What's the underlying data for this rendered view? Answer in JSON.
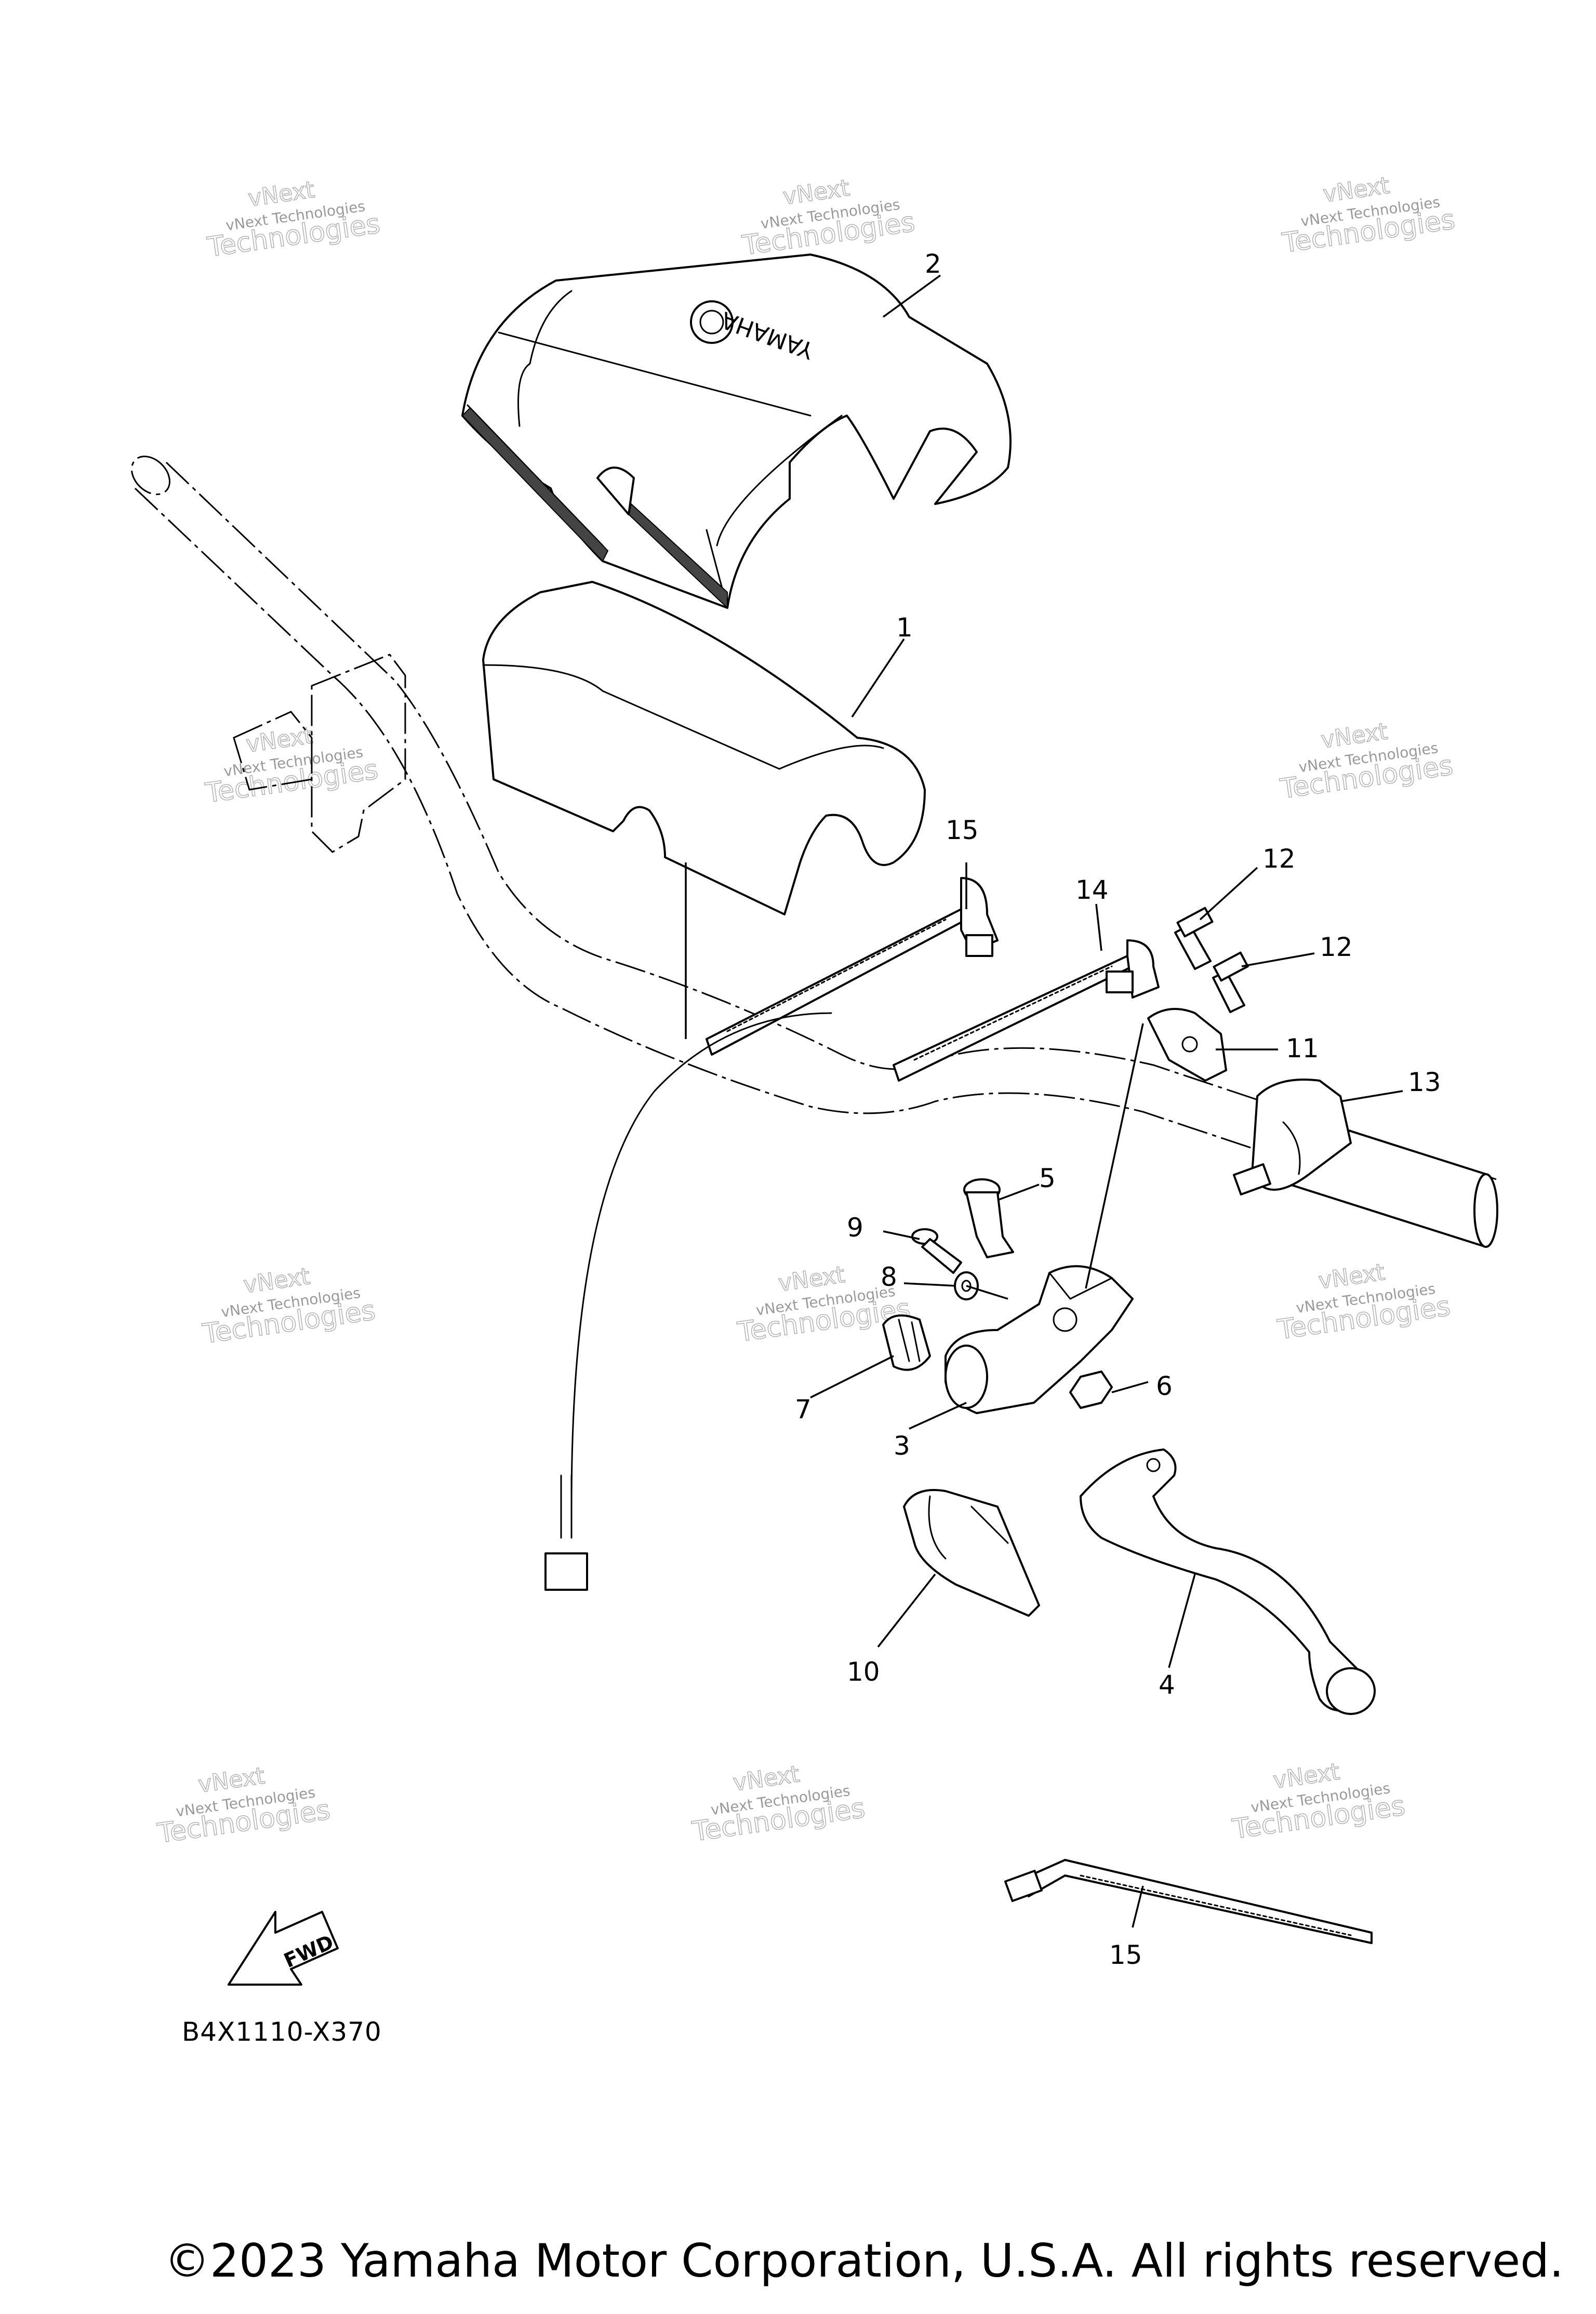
{
  "diagram": {
    "code": "B4X1110-X370",
    "copyright": "©2023 Yamaha Motor Corporation, U.S.A. All rights reserved.",
    "fwd_label": "FWD",
    "cover_brand_text": "YAMAHA",
    "watermark": {
      "line0": "vNext",
      "line1": "vNext Technologies",
      "line2": "Technologies"
    },
    "callouts": {
      "c1": "1",
      "c2": "2",
      "c3": "3",
      "c4": "4",
      "c5": "5",
      "c6": "6",
      "c7": "7",
      "c8": "8",
      "c9": "9",
      "c10": "10",
      "c11": "11",
      "c12a": "12",
      "c12b": "12",
      "c13": "13",
      "c14": "14",
      "c15a": "15",
      "c15b": "15"
    }
  }
}
